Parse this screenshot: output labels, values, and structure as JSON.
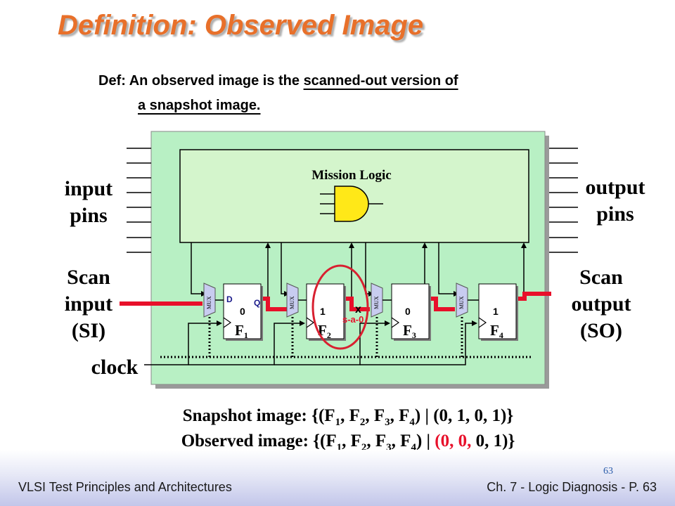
{
  "slide": {
    "title": "Definition: Observed Image",
    "definition_prefix": "Def: An observed image is the ",
    "definition_underlined_1": "scanned-out version of",
    "definition_underlined_2": "a snapshot image."
  },
  "labels": {
    "input_pins_1": "input",
    "input_pins_2": "pins",
    "output_pins_1": "output",
    "output_pins_2": "pins",
    "scan_input_1": "Scan",
    "scan_input_2": "input",
    "scan_input_3": "(SI)",
    "scan_output_1": "Scan",
    "scan_output_2": "output",
    "scan_output_3": "(SO)",
    "clock": "clock"
  },
  "diagram": {
    "mission_logic": "Mission Logic",
    "mux_label": "MUX",
    "pin_d": "D",
    "pin_q": "Q",
    "fault_mark": "x",
    "fault_label": "s-a-0",
    "flipflops": [
      {
        "name": "F",
        "index": "1",
        "value": "0"
      },
      {
        "name": "F",
        "index": "2",
        "value": "1"
      },
      {
        "name": "F",
        "index": "3",
        "value": "0"
      },
      {
        "name": "F",
        "index": "4",
        "value": "1"
      }
    ]
  },
  "snapshot": {
    "prefix": "Snapshot image: {(F",
    "sub1": "1",
    "sep1": ", F",
    "sub2": "2",
    "sep2": ", F",
    "sub3": "3",
    "sep3": ", F",
    "sub4": "4",
    "suffix": ") | (0, 1, 0, 1)}"
  },
  "observed": {
    "prefix": "Observed image: {(F",
    "sub1": "1",
    "sep1": ", F",
    "sub2": "2",
    "sep2": ", F",
    "sub3": "3",
    "sep3": ", F",
    "sub4": "4",
    "mid": ") | ",
    "red_part": "(0, 0,",
    "end": " 0, 1)}"
  },
  "footer": {
    "left": "VLSI Test Principles and Architectures",
    "right": "Ch. 7 - Logic Diagnosis  - P. 63",
    "page_number": "63"
  },
  "colors": {
    "title": "#e8702a",
    "circuit_bg": "#b8f0c4",
    "mission_logic_bg": "#d4f5cc",
    "scan_chain": "#e8102a",
    "fault_circle": "#d82030",
    "mux": "#c8ccf0"
  }
}
